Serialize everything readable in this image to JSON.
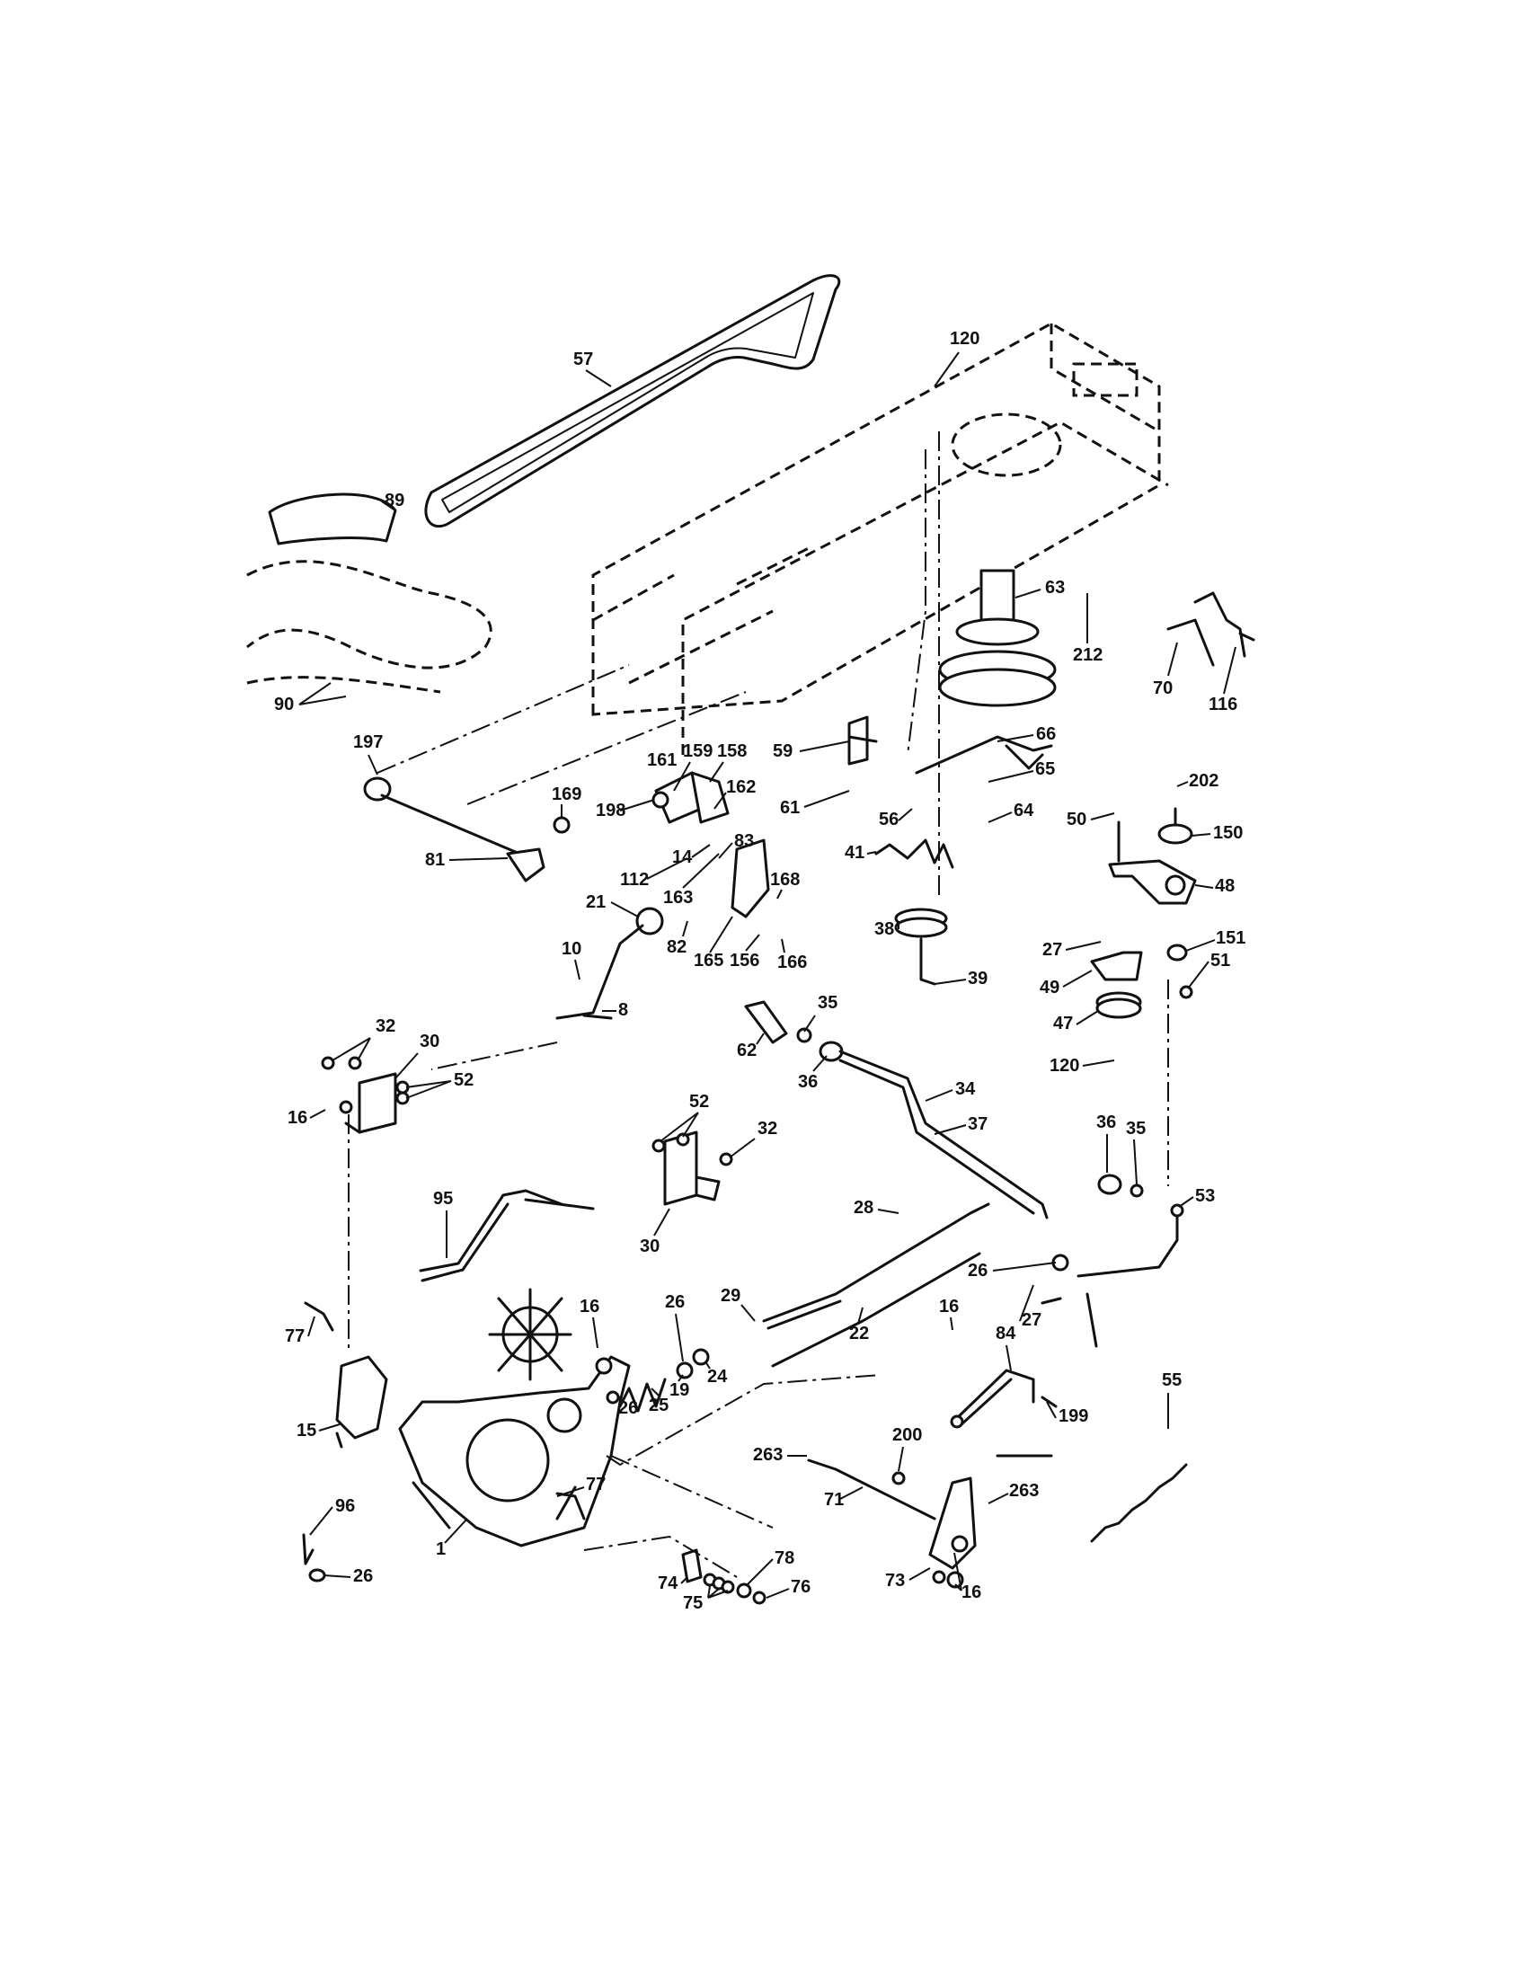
{
  "labels": [
    "57",
    "120",
    "89",
    "63",
    "212",
    "70",
    "116",
    "90",
    "197",
    "59",
    "66",
    "169",
    "161",
    "159",
    "158",
    "162",
    "61",
    "65",
    "202",
    "198",
    "83",
    "56",
    "64",
    "50",
    "150",
    "81",
    "14",
    "112",
    "41",
    "48",
    "163",
    "168",
    "21",
    "82",
    "165",
    "156",
    "166",
    "38",
    "27",
    "151",
    "51",
    "10",
    "39",
    "8",
    "49",
    "47",
    "32",
    "30",
    "35",
    "62",
    "36",
    "120",
    "52",
    "16",
    "34",
    "37",
    "52",
    "32",
    "36",
    "35",
    "95",
    "28",
    "53",
    "30",
    "26",
    "29",
    "16",
    "27",
    "77",
    "26",
    "16",
    "84",
    "24",
    "19",
    "25",
    "22",
    "26",
    "55",
    "15",
    "199",
    "200",
    "263",
    "263",
    "77",
    "96",
    "71",
    "1",
    "26",
    "73",
    "16",
    "78",
    "74",
    "76",
    "75"
  ]
}
